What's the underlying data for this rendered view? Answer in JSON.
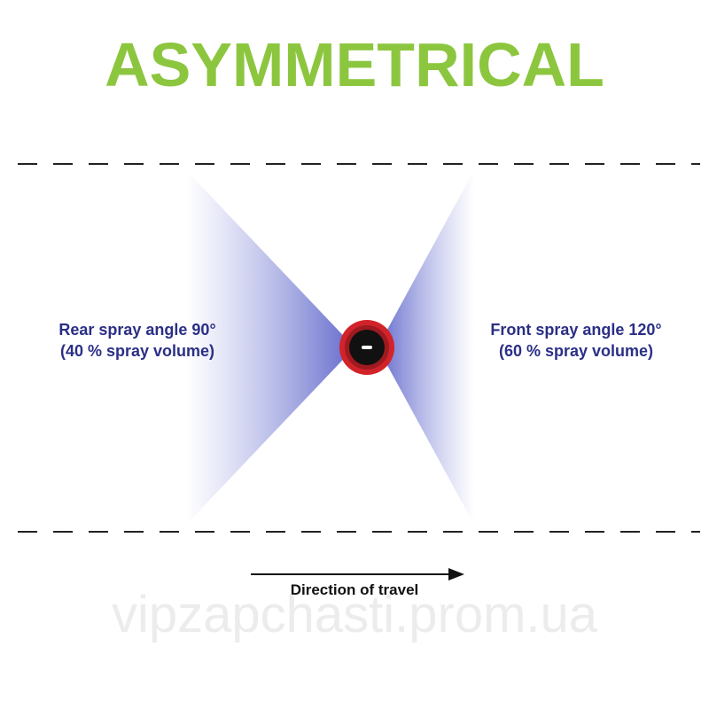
{
  "title": "ASYMMETRICAL",
  "rear": {
    "line1": "Rear spray angle 90°",
    "line2": "(40 % spray volume)"
  },
  "front": {
    "line1": "Front spray angle 120°",
    "line2": "(60 % spray volume)"
  },
  "direction": "Direction of travel",
  "watermark": "vipzapchasti.prom.ua",
  "colors": {
    "title": "#8cc63f",
    "label": "#2b2f86",
    "spray": "#6d74cf",
    "nozzle_ring": "#d2232a",
    "nozzle_center": "#111111"
  },
  "icons": [
    "nozzle-icon",
    "arrow-right-icon"
  ]
}
